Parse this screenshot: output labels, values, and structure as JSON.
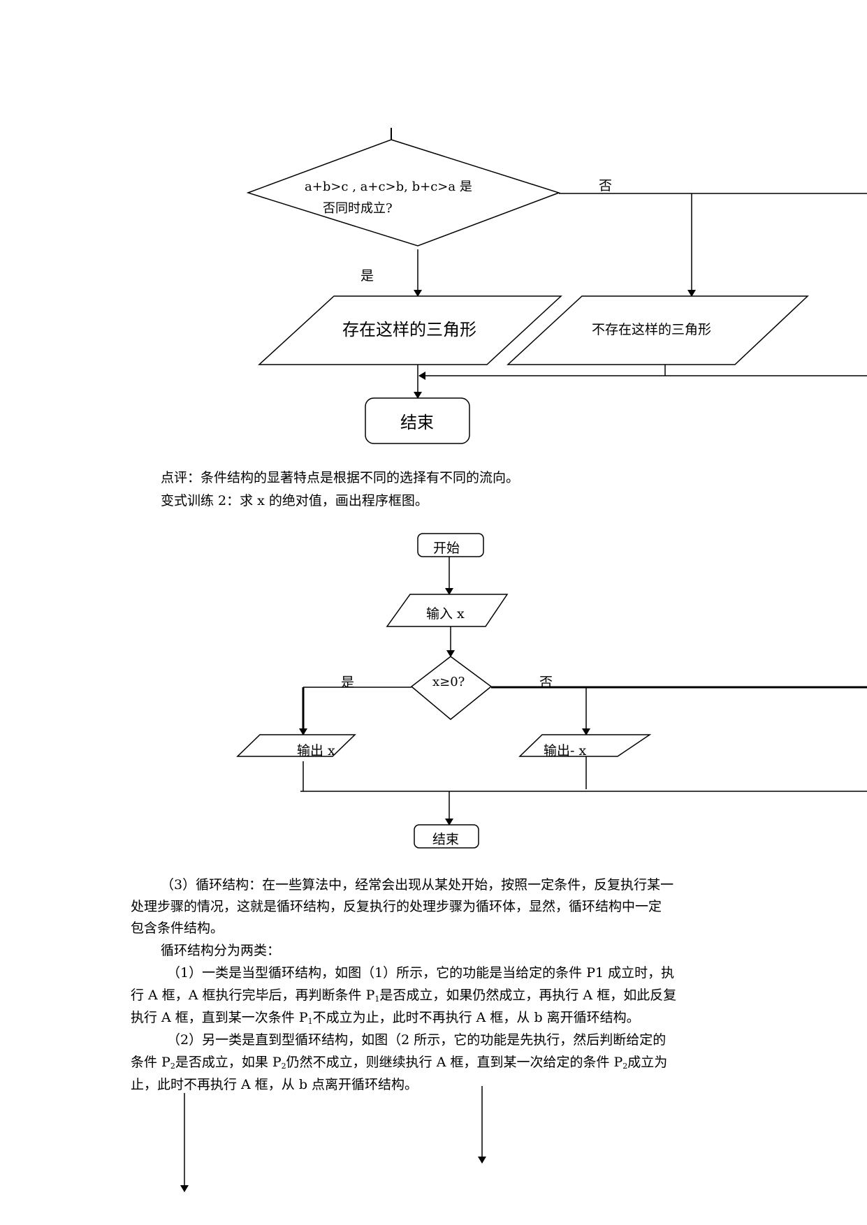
{
  "flowchart1": {
    "decision": {
      "line1": "a+b>c  ,  a+c>b,  b+c>a 是",
      "line2": "否同时成立?"
    },
    "no_label": "否",
    "yes_label": "是",
    "exists_label": "存在这样的三角形",
    "not_exists_label": "不存在这样的三角形",
    "end_label": "结束"
  },
  "comment": "点评：条件结构的显著特点是根据不同的选择有不同的流向。",
  "exercise": "变式训练 2：求 x 的绝对值，画出程序框图。",
  "flowchart2": {
    "start_label": "开始",
    "input_label": "输入 x",
    "decision_label": "x≥0?",
    "yes_label": "是",
    "no_label": "否",
    "output_pos_label": "输出 x",
    "output_neg_label": "输出- x",
    "end_label": "结束"
  },
  "loop_section": {
    "p1": [
      "（3）循环结构：在一些算法中，经常会出现从某处开始，按照一定条件，反复执行某一",
      "处理步骤的情况，这就是循环结构，反复执行的处理步骤为循环体，显然，循环结构中一定",
      "包含条件结构。"
    ],
    "p2": "循环结构分为两类：",
    "p3": {
      "line1": "（1）一类是当型循环结构，如图（1）所示，它的功能是当给定的条件 P1 成立时，执",
      "line2": "行 A 框，A 框执行完毕后，再判断条件 P",
      "line2_sub": "1",
      "line2_end": "是否成立，如果仍然成立，再执行 A 框，如此反复",
      "line3": "执行 A 框，直到某一次条件 P",
      "line3_sub": "1",
      "line3_end": "不成立为止，此时不再执行 A 框，从 b 离开循环结构。"
    },
    "p4": {
      "line1": "（2）另一类是直到型循环结构，如图（2 所示，它的功能是先执行，然后判断给定的",
      "line2_a": "条件 P",
      "line2_sub1": "2",
      "line2_b": "是否成立，如果 P",
      "line2_sub2": "2",
      "line2_c": "仍然不成立，则继续执行 A 框，直到某一次给定的条件 P",
      "line2_sub3": "2",
      "line2_d": "成立为",
      "line3": "止，此时不再执行 A 框，从 b 点离开循环结构。"
    }
  }
}
